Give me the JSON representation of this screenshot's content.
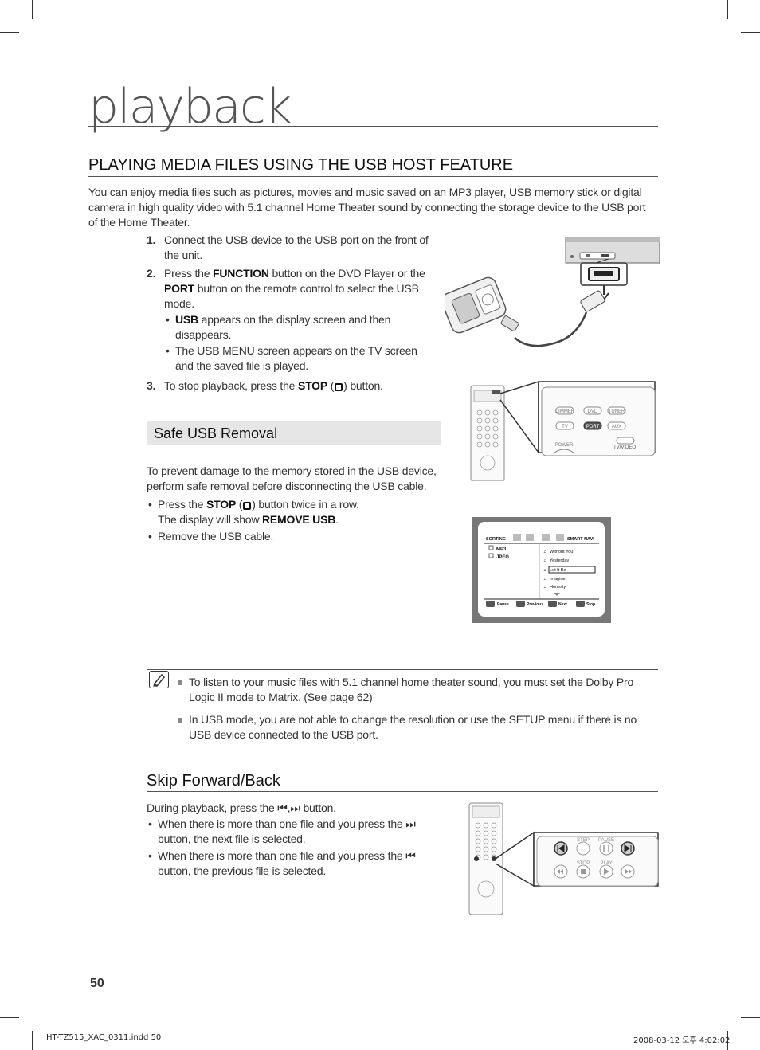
{
  "header": {
    "chapter_title": "playback"
  },
  "section": {
    "title": "PLAYING MEDIA FILES USING THE USB HOST FEATURE",
    "intro": "You can enjoy media files such as pictures, movies and music saved on an MP3 player, USB memory stick or digital camera in high quality video with 5.1 channel Home Theater sound by connecting the storage device to the USB port of the Home Theater."
  },
  "steps": {
    "s1": {
      "num": "1.",
      "text": "Connect the USB device to the USB port on the front of the unit."
    },
    "s2": {
      "num": "2.",
      "t1": "Press the ",
      "b1": "FUNCTION",
      "t2": " button on the DVD Player or the ",
      "b2": "PORT",
      "t3": " button on the remote control to select the USB mode.",
      "bullet1_b": "USB",
      "bullet1_t": " appears on the display screen and then disappears.",
      "bullet2": "The USB MENU screen appears on the TV screen and the saved file is played."
    },
    "s3": {
      "num": "3.",
      "t1": "To stop playback, press the ",
      "b1": "STOP",
      "t2": " button."
    }
  },
  "safe": {
    "title": "Safe USB Removal",
    "intro": "To prevent damage to the memory stored in the USB device, perform safe removal before disconnecting the USB cable.",
    "b1_t1": "Press the ",
    "b1_b1": "STOP",
    "b1_t2": " button twice in a row.",
    "b1_line2": "The display will show ",
    "b1_b2": "REMOVE USB",
    "b1_end": ".",
    "b2": "Remove the USB cable."
  },
  "notes": {
    "n1": "To listen to your music files with 5.1 channel home theater sound, you must set the Dolby Pro Logic II mode to Matrix. (See page 62)",
    "n2": "In USB mode, you are not able to change the resolution or use the SETUP menu if there is no USB device connected to the USB port."
  },
  "skip": {
    "title": "Skip Forward/Back",
    "intro_a": "During playback, press the ",
    "intro_b": " button.",
    "b1_a": "When there is more than one file and you press the ",
    "b1_b": " button, the next file is selected.",
    "b2_a": "When there is more than one file and you press the ",
    "b2_b": " button, the previous file is selected."
  },
  "remote1": {
    "buttons": [
      "DIMMER",
      "DVD",
      "TUNER",
      "TV",
      "PORT",
      "AUX",
      "POWER",
      "TV/VIDEO"
    ]
  },
  "menu": {
    "tabs": [
      "SORTING",
      "SMART NAVI"
    ],
    "folders": [
      "MP3",
      "JPEG"
    ],
    "tracks": [
      "Without You",
      "Yesterday",
      "Let It Be",
      "Imagine",
      "Honesty"
    ],
    "controls": [
      "Pause",
      "Previous",
      "Next",
      "Stop"
    ]
  },
  "remote2": {
    "labels": [
      "STEP",
      "PAUSE",
      "STOP",
      "PLAY"
    ]
  },
  "page": {
    "number": "50"
  },
  "footer": {
    "left": "HT-TZ515_XAC_0311.indd   50",
    "right": "2008-03-12   오후 4:02:02"
  }
}
